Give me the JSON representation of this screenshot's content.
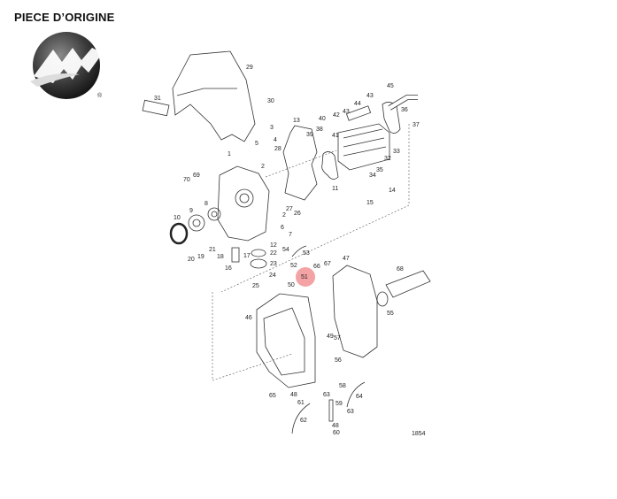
{
  "header": {
    "title": "PIECE D’ORIGINE"
  },
  "logo": {
    "brand": "Mercury",
    "registered_mark": "®"
  },
  "colors": {
    "highlight": "#f08c8c",
    "line": "#333333"
  },
  "diagram": {
    "reference": "1854",
    "highlighted_part": "51",
    "callouts": [
      "29",
      "31",
      "30",
      "3",
      "13",
      "42",
      "40",
      "43",
      "44",
      "43",
      "45",
      "36",
      "37",
      "5",
      "4",
      "28",
      "38",
      "39",
      "41",
      "1",
      "2",
      "33",
      "32",
      "35",
      "34",
      "11",
      "14",
      "15",
      "69",
      "70",
      "8",
      "9",
      "10",
      "27",
      "26",
      "2",
      "6",
      "7",
      "12",
      "21",
      "17",
      "22",
      "54",
      "53",
      "18",
      "19",
      "20",
      "16",
      "23",
      "52",
      "66",
      "67",
      "47",
      "68",
      "51",
      "24",
      "25",
      "50",
      "55",
      "46",
      "49",
      "57",
      "56",
      "58",
      "65",
      "48",
      "63",
      "59",
      "64",
      "61",
      "63",
      "62",
      "48",
      "60"
    ]
  }
}
